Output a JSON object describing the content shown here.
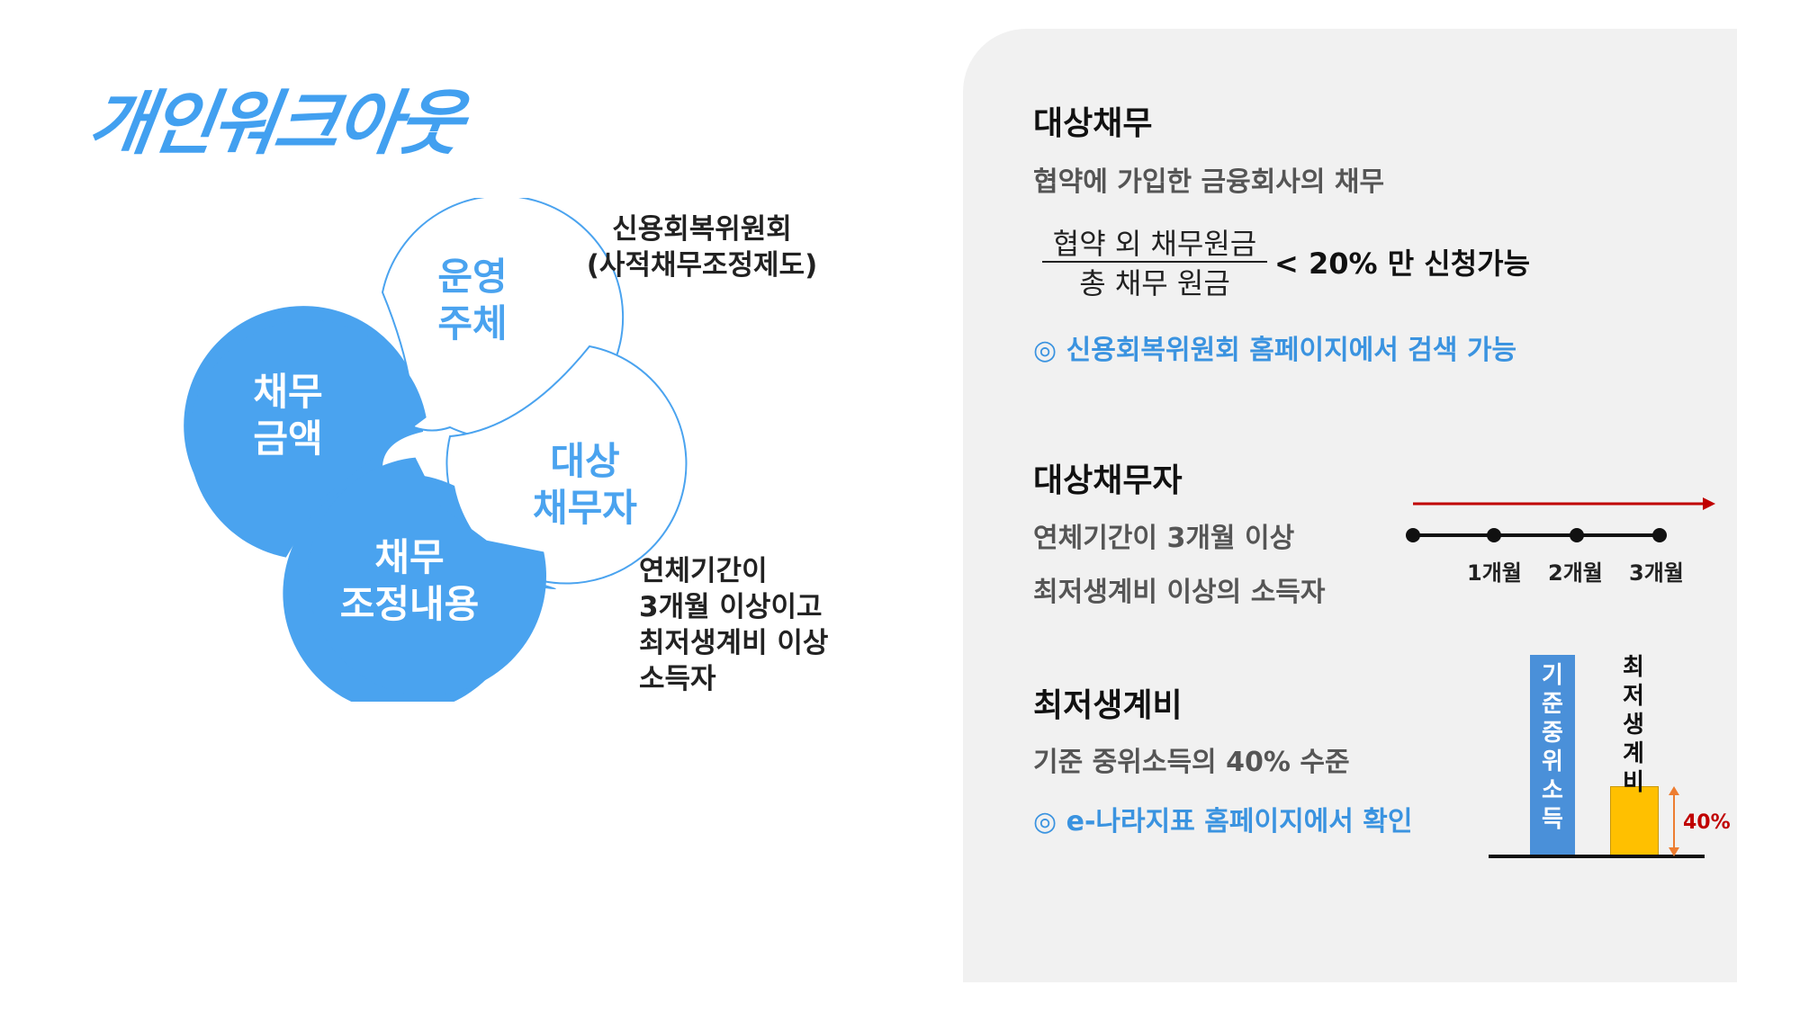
{
  "title": "개인워크아웃",
  "venn": {
    "operator": "운영\n주체",
    "amount": "채무\n금액",
    "debtor": "대상\n채무자",
    "adjust": "채무\n조정내용"
  },
  "notes": {
    "operator": "신용회복위원회\n(사적채무조정제도)",
    "debtor": "연체기간이\n3개월 이상이고\n최저생계비 이상\n소득자"
  },
  "panel": {
    "s1": {
      "heading": "대상채무",
      "text": "협약에 가입한 금융회사의 채무",
      "frac_num": "협약 외 채무원금",
      "frac_den": "총 채무 원금",
      "frac_cond": "< 20% 만 신청가능",
      "link": "◎ 신용회복위원회 홈페이지에서 검색 가능"
    },
    "s2": {
      "heading": "대상채무자",
      "text1": "연체기간이 3개월 이상",
      "text2": "최저생계비 이상의 소득자",
      "ticks": [
        "1개월",
        "2개월",
        "3개월"
      ]
    },
    "s3": {
      "heading": "최저생계비",
      "text": "기준 중위소득의 40% 수준",
      "link": "◎ e-나라지표 홈페이지에서 확인",
      "bar1": "기준중위소득",
      "bar2": "최저생계비",
      "pct": "40%"
    }
  },
  "colors": {
    "accent": "#4aa3ef",
    "circle_fill": "#4aa3ef",
    "arrow_red": "#c00000",
    "bar_yellow": "#ffc000",
    "bar_blue": "#4a90d9",
    "pct_red": "#c00000",
    "pct_arrow": "#ed7d31"
  }
}
